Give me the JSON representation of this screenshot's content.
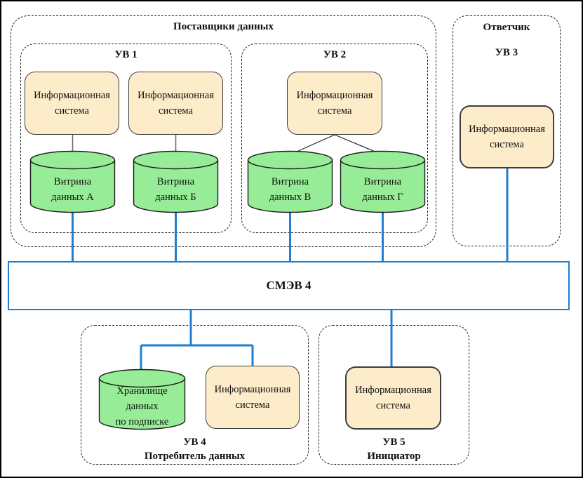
{
  "colors": {
    "accent_blue": "#1e7fd2",
    "system_box_fill": "#fcecc9",
    "datamart_fill": "#97ed97"
  },
  "suppliers_group": {
    "title": "Поставщики данных"
  },
  "uv1": {
    "title": "УВ 1",
    "system_a": "Информационная\nсистема",
    "system_b": "Информационная\nсистема",
    "datamart_a": "Витрина\nданных А",
    "datamart_b": "Витрина\nданных Б"
  },
  "uv2": {
    "title": "УВ 2",
    "system": "Информационная\nсистема",
    "datamart_v": "Витрина\nданных В",
    "datamart_g": "Витрина\nданных Г"
  },
  "responder": {
    "title": "Ответчик",
    "uv_label": "УВ 3",
    "system": "Информационная\nсистема"
  },
  "smev": {
    "label": "СМЭВ 4"
  },
  "uv4": {
    "caption": "УВ 4\nПотребитель данных",
    "storage": "Хранилище\nданных\nпо подписке",
    "system": "Информационная\nсистема"
  },
  "uv5": {
    "caption": "УВ 5\nИнициатор",
    "system": "Информационная\nсистема"
  }
}
